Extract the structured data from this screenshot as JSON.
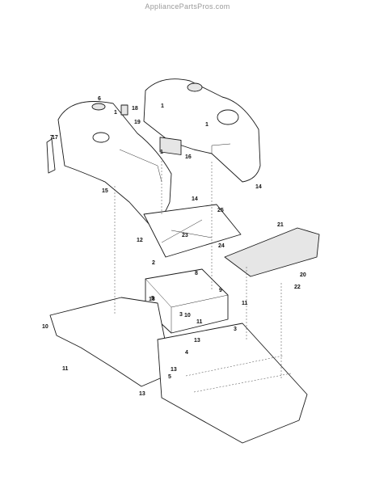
{
  "watermark": "AppliancePartsPros.com",
  "callouts": [
    "1",
    "1",
    "1",
    "1",
    "2",
    "3",
    "3",
    "4",
    "5",
    "5",
    "6",
    "7",
    "8",
    "9",
    "10",
    "10",
    "11",
    "11",
    "11",
    "12",
    "13",
    "13",
    "13",
    "14",
    "14",
    "15",
    "16",
    "17",
    "18",
    "18",
    "19",
    "20",
    "21",
    "22",
    "23",
    "24",
    "25"
  ]
}
